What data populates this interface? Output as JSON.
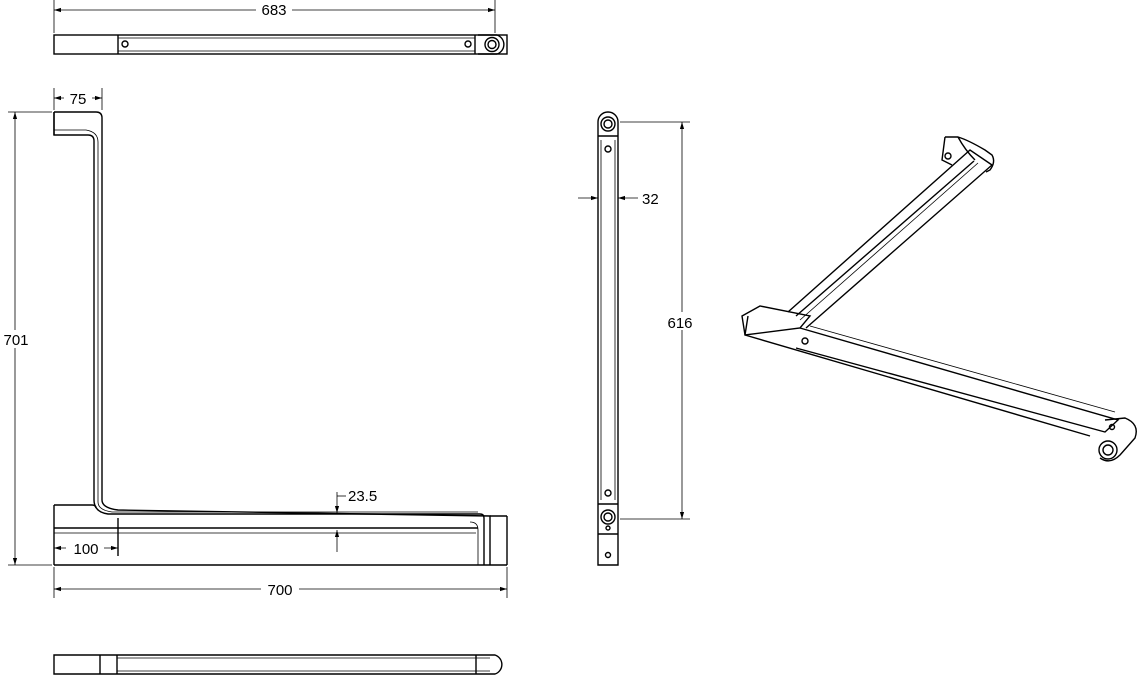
{
  "dimensions": {
    "top_width": "683",
    "flange_width": "75",
    "total_height": "701",
    "thickness": "23.5",
    "foot_offset": "100",
    "total_width": "700",
    "side_width": "32",
    "side_height": "616"
  },
  "colors": {
    "line": "#000000",
    "background": "#ffffff"
  }
}
